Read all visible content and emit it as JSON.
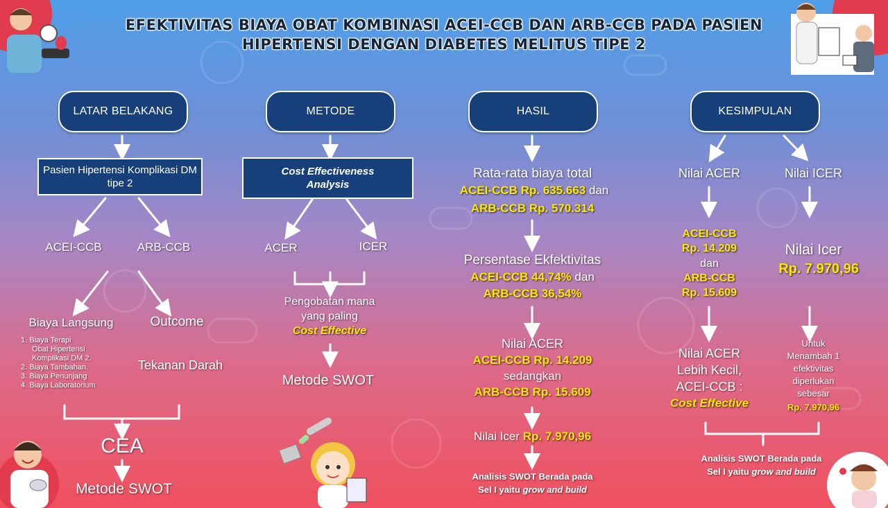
{
  "title": {
    "line1": "EFEKTIVITAS BIAYA OBAT KOMBINASI ACEI-CCB DAN ARB-CCB PADA PASIEN",
    "line2": "HIPERTENSI DENGAN DIABETES MELITUS TIPE 2"
  },
  "col1": {
    "header": "LATAR BELAKANG",
    "box": "Pasien Hipertensi Komplikasi DM tipe 2",
    "left": "ACEI-CCB",
    "right": "ARB-CCB",
    "direct_cost": "Biaya Langsung",
    "outcome": "Outcome",
    "cost_items": [
      "1. Biaya Terapi",
      "Obat Hipertensi",
      "Komplikasi DM 2.",
      "2. Biaya Tambahan.",
      "3. Biaya Penunjang",
      "4. Biaya Laboratorium"
    ],
    "blood_pressure": "Tekanan Darah",
    "cea": "CEA",
    "swot": "Metode SWOT"
  },
  "col2": {
    "header": "METODE",
    "box_line1": "Cost Effectiveness",
    "box_line2": "Analysis",
    "left": "ACER",
    "right": "ICER",
    "treatment_line1": "Pengobatan mana",
    "treatment_line2": "yang paling",
    "treatment_line3": "Cost Effective",
    "swot": "Metode SWOT"
  },
  "col3": {
    "header": "HASIL",
    "avg_label": "Rata-rata biaya total",
    "avg_acei": "ACEI-CCB Rp. 635.663",
    "avg_and": "dan",
    "avg_arb": "ARB-CCB Rp. 570.314",
    "pct_label": "Persentase Ekfektivitas",
    "pct_acei": "ACEI-CCB 44,74%",
    "pct_and": "dan",
    "pct_arb": "ARB-CCB 36,54%",
    "acer_label": "Nilai ACER",
    "acer_acei": "ACEI-CCB Rp. 14.209",
    "acer_while": "sedangkan",
    "acer_arb": "ARB-CCB Rp. 15.609",
    "icer_label": "Nilai Icer",
    "icer_value": "Rp. 7.970,96",
    "swot_line1": "Analisis SWOT Berada pada",
    "swot_line2": "Sel I yaitu",
    "swot_italic": "grow and build"
  },
  "col4": {
    "header": "KESIMPULAN",
    "acer_title": "Nilai ACER",
    "icer_title": "Nilai ICER",
    "acer_acei": "ACEI-CCB",
    "acer_acei_val": "Rp. 14.209",
    "acer_and": "dan",
    "acer_arb": "ARB-CCB",
    "acer_arb_val": "Rp. 15.609",
    "icer_label": "Nilai Icer",
    "icer_value": "Rp. 7.970,96",
    "concl_line1": "Nilai ACER",
    "concl_line2": "Lebih Kecil,",
    "concl_line3": "ACEI-CCB :",
    "concl_line4": "Cost Effective",
    "add_line1": "Untuk",
    "add_line2": "Menambah 1",
    "add_line3": "efektivitas",
    "add_line4": "diperlukan",
    "add_line5": "sebesar",
    "add_value": "Rp. 7.970,96",
    "swot_line1": "Analisis SWOT Berada pada",
    "swot_line2": "Sel I yaitu",
    "swot_italic": "grow and build"
  },
  "colors": {
    "header_fill": "#173f7a",
    "highlight": "#ffe800",
    "gradient_top": "#4f9ee8",
    "gradient_bottom": "#f0505e"
  }
}
